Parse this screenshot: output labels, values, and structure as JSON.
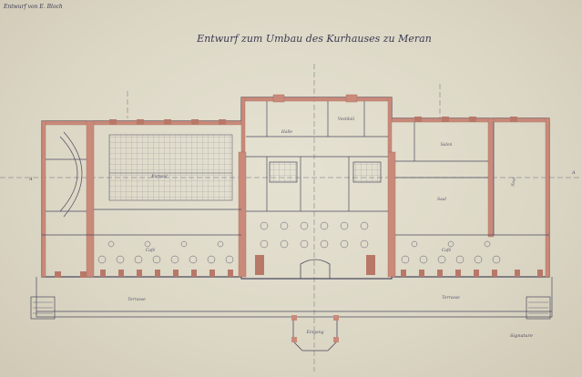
{
  "drawing": {
    "corner_note": "Entwurf von E. Bloch",
    "title": "Entwurf zum Umbau des Kurhauses zu Meran",
    "signature": "Signature",
    "paper_color": "#dcd7c5",
    "ink_color": "#4a4a60",
    "wall_color": "#c98a7a"
  },
  "rooms": {
    "kursaal": "Kursaal",
    "cafe_left": "Café",
    "cafe_right": "Café",
    "terrasse_left": "Terrasse",
    "terrasse_right": "Terrasse",
    "right_room_a": "Salon",
    "right_room_b": "Saal",
    "right_room_c": "Saal",
    "center_hall": "Halle",
    "center_room": "Vestibül",
    "entrance": "Eingang"
  }
}
